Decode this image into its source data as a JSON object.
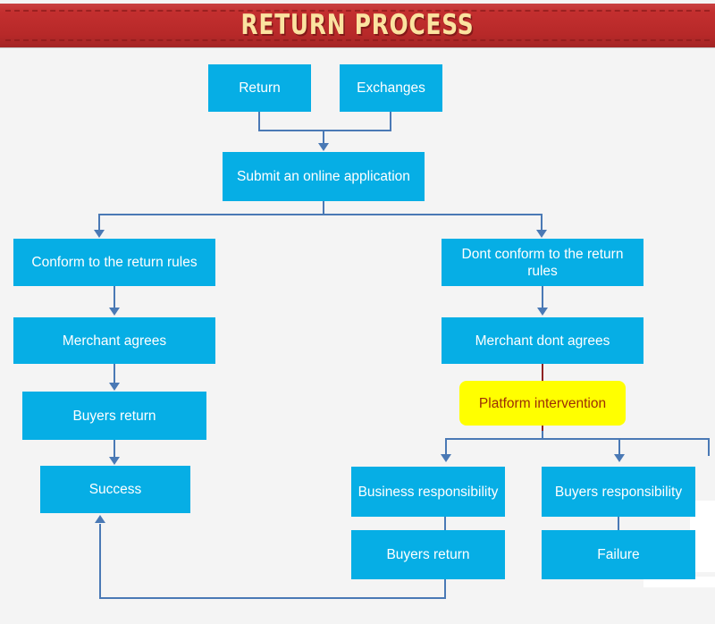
{
  "header": {
    "title": "RETURN PROCESS",
    "banner_color": "#c22b2b",
    "title_color": "#fbe3a0"
  },
  "theme": {
    "node_fill": "#06aee5",
    "node_text": "#ffffff",
    "highlight_fill": "#ffff00",
    "highlight_text": "#9c2d06",
    "connector": "#4a79b5",
    "connector_alt": "#8e2323",
    "background": "#f4f4f4"
  },
  "chart_data": {
    "type": "diagram",
    "title": "RETURN PROCESS",
    "nodes": [
      {
        "id": "return",
        "label": "Return",
        "style": "process"
      },
      {
        "id": "exchanges",
        "label": "Exchanges",
        "style": "process"
      },
      {
        "id": "submit",
        "label": "Submit an online application",
        "style": "process"
      },
      {
        "id": "conform",
        "label": "Conform to the return rules",
        "style": "process"
      },
      {
        "id": "not_conform",
        "label": "Dont conform to the return rules",
        "style": "process"
      },
      {
        "id": "merchant_ok",
        "label": "Merchant agrees",
        "style": "process"
      },
      {
        "id": "merchant_no",
        "label": "Merchant dont agrees",
        "style": "process"
      },
      {
        "id": "buyers_return_l",
        "label": "Buyers return",
        "style": "process"
      },
      {
        "id": "success",
        "label": "Success",
        "style": "process"
      },
      {
        "id": "platform",
        "label": "Platform intervention",
        "style": "highlight"
      },
      {
        "id": "business_resp",
        "label": "Business responsibility",
        "style": "process"
      },
      {
        "id": "buyers_resp",
        "label": "Buyers responsibility",
        "style": "process"
      },
      {
        "id": "buyers_return_r",
        "label": "Buyers return",
        "style": "process"
      },
      {
        "id": "failure",
        "label": "Failure",
        "style": "process"
      }
    ],
    "edges": [
      {
        "from": "return",
        "to": "submit"
      },
      {
        "from": "exchanges",
        "to": "submit"
      },
      {
        "from": "submit",
        "to": "conform"
      },
      {
        "from": "submit",
        "to": "not_conform"
      },
      {
        "from": "conform",
        "to": "merchant_ok"
      },
      {
        "from": "merchant_ok",
        "to": "buyers_return_l"
      },
      {
        "from": "buyers_return_l",
        "to": "success"
      },
      {
        "from": "not_conform",
        "to": "merchant_no"
      },
      {
        "from": "merchant_no",
        "to": "platform"
      },
      {
        "from": "platform",
        "to": "business_resp"
      },
      {
        "from": "platform",
        "to": "buyers_resp"
      },
      {
        "from": "business_resp",
        "to": "buyers_return_r"
      },
      {
        "from": "buyers_resp",
        "to": "failure"
      },
      {
        "from": "buyers_return_r",
        "to": "success"
      }
    ]
  },
  "nodes": {
    "return": "Return",
    "exchanges": "Exchanges",
    "submit": "Submit an online application",
    "conform": "Conform to the return rules",
    "not_conform": "Dont conform to the return rules",
    "merchant_ok": "Merchant agrees",
    "merchant_no": "Merchant dont agrees",
    "buyers_return_left": "Buyers return",
    "success": "Success",
    "platform": "Platform intervention",
    "business_resp": "Business responsibility",
    "buyers_resp": "Buyers responsibility",
    "buyers_return_right": "Buyers return",
    "failure": "Failure"
  }
}
